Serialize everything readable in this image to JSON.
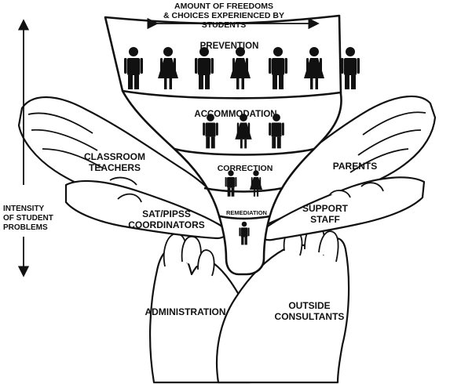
{
  "top_label": [
    "AMOUNT OF FREEDOMS",
    "& CHOICES EXPERIENCED BY",
    "STUDENTS"
  ],
  "side_label": [
    "INTENSITY",
    "OF STUDENT",
    "PROBLEMS"
  ],
  "levels": {
    "prevention": "PREVENTION",
    "accommodation": "ACCOMMODATION",
    "correction": "CORRECTION",
    "remediation": "REMEDIATION"
  },
  "hands": {
    "classroom_teachers": [
      "CLASSROOM",
      "TEACHERS"
    ],
    "sat_pipss": [
      "SAT/PIPSS",
      "COORDINATORS"
    ],
    "parents": "PARENTS",
    "support_staff": [
      "SUPPORT",
      "STAFF"
    ],
    "administration": "ADMINISTRATION",
    "outside_consultants": [
      "OUTSIDE",
      "CONSULTANTS"
    ]
  },
  "figures": {
    "prevention": [
      "male",
      "female",
      "male",
      "female",
      "male",
      "female",
      "male"
    ],
    "accommodation": [
      "male",
      "female",
      "male"
    ],
    "correction": [
      "male",
      "female"
    ],
    "remediation": [
      "male"
    ]
  }
}
